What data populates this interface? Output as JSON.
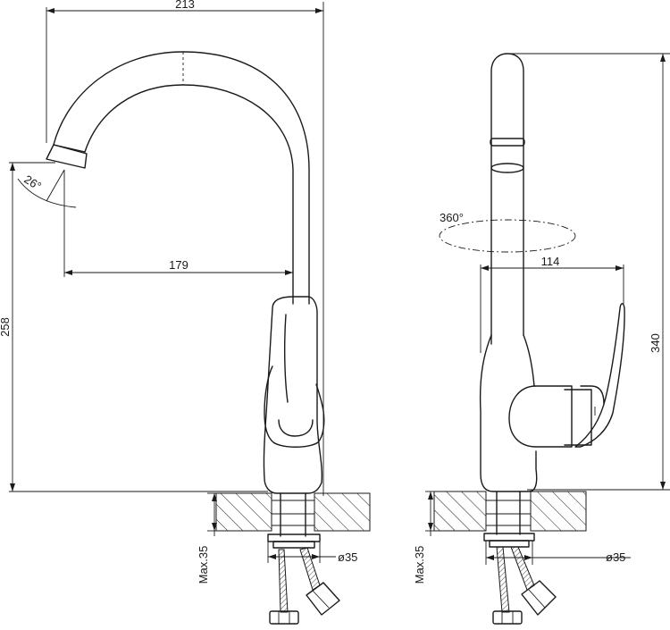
{
  "front_view": {
    "dim_width_total": "213",
    "dim_spout_reach": "179",
    "dim_height": "258",
    "dim_spout_angle": "26°",
    "dim_max_thickness": "Max.35",
    "dim_hole_diameter": "ø35"
  },
  "side_view": {
    "dim_rotation": "360°",
    "dim_lever_reach": "114",
    "dim_height": "340",
    "dim_max_thickness": "Max.35",
    "dim_hole_diameter": "ø35"
  }
}
